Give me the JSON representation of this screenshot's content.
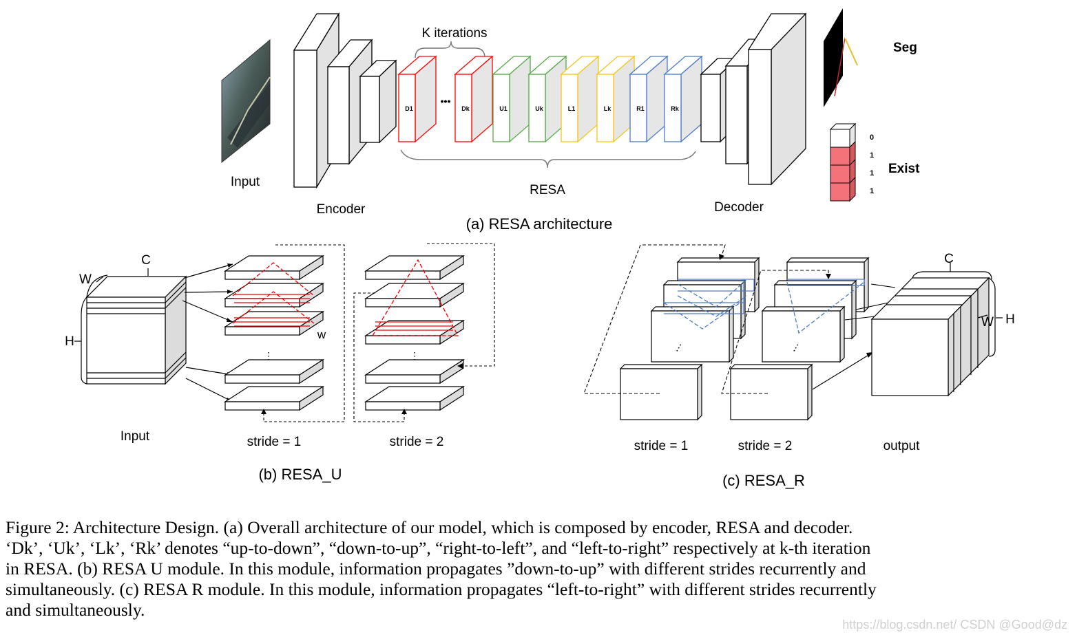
{
  "panel_a": {
    "input_label": "Input",
    "encoder_label": "Encoder",
    "k_iterations_label": "K iterations",
    "dots": "•••",
    "blocks": [
      {
        "label": "D1",
        "color": "#ff0000"
      },
      {
        "label": "Dk",
        "color": "#ff0000"
      },
      {
        "label": "U1",
        "color": "#55a845"
      },
      {
        "label": "Uk",
        "color": "#55a845"
      },
      {
        "label": "L1",
        "color": "#f5c518"
      },
      {
        "label": "Lk",
        "color": "#f5c518"
      },
      {
        "label": "R1",
        "color": "#4a7ac8"
      },
      {
        "label": "Rk",
        "color": "#4a7ac8"
      }
    ],
    "resa_label": "RESA",
    "decoder_label": "Decoder",
    "seg_label": "Seg",
    "exist_label": "Exist",
    "exist_values": [
      "0",
      "1",
      "1",
      "1"
    ],
    "exist_color": "#f4737a",
    "title": "(a) RESA architecture"
  },
  "panel_b": {
    "c_label": "C",
    "w_label": "W",
    "h_label": "H",
    "w_small_label": "w",
    "input_label": "Input",
    "stride1_label": "stride = 1",
    "stride2_label": "stride = 2",
    "title": "(b) RESA_U"
  },
  "panel_c": {
    "c_label": "C",
    "w_label": "W",
    "h_label": "H",
    "stride1_label": "stride = 1",
    "stride2_label": "stride = 2",
    "output_label": "output",
    "title": "(c) RESA_R"
  },
  "caption": {
    "lines": [
      "Figure 2: Architecture Design. (a) Overall architecture of our model, which is composed by encoder, RESA and decoder.",
      "‘Dk’, ‘Uk’, ‘Lk’, ‘Rk’ denotes “up-to-down”, “down-to-up”, “right-to-left”, and “left-to-right” respectively at k-th iteration",
      "in RESA. (b) RESA U module. In this module, information propagates ”down-to-up” with different strides recurrently and",
      "simultaneously. (c) RESA R module. In this module, information propagates “left-to-right” with different strides recurrently",
      "and simultaneously."
    ]
  },
  "watermark": "https://blog.csdn.net/  CSDN @Good@dz"
}
